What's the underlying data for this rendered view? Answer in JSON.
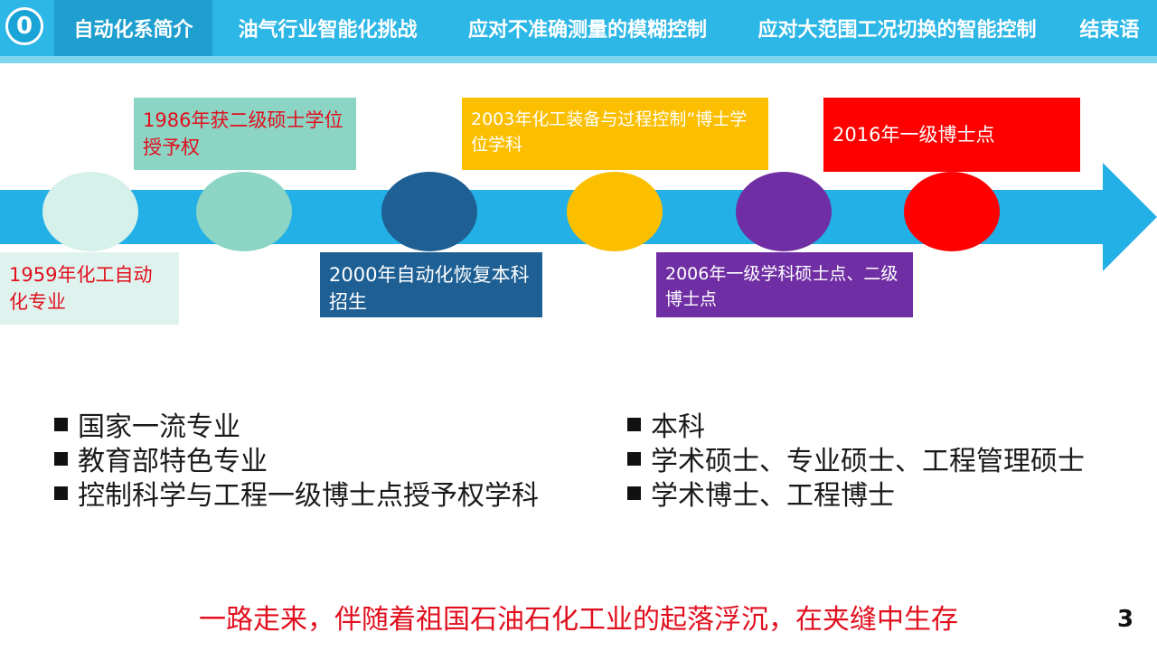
{
  "nav": {
    "badge": "0",
    "tabs": [
      {
        "label": "自动化系简介",
        "active": true
      },
      {
        "label": "油气行业智能化挑战",
        "active": false
      },
      {
        "label": "应对不准确测量的模糊控制",
        "active": false
      },
      {
        "label": "应对大范围工况切换的智能控制",
        "active": false
      },
      {
        "label": "结束语",
        "active": false
      }
    ],
    "colors": {
      "bar": "#2db7e6",
      "active": "#1e9fcf",
      "accent": "#7fd6ef"
    }
  },
  "timeline": {
    "arrow_color": "#22b0e6",
    "milestones": [
      {
        "text": "1959年化工自动化专业",
        "box_color": "#dff3ee",
        "text_color": "#e10f1e",
        "node_color": "#d6f0ea"
      },
      {
        "text": "1986年获二级硕士学位授予权",
        "box_color": "#8cd4c3",
        "text_color": "#e10f1e",
        "node_color": "#8cd4c3"
      },
      {
        "text": "2000年自动化恢复本科招生",
        "box_color": "#1e5f94",
        "text_color": "#ffffff",
        "node_color": "#1e5f94"
      },
      {
        "text": "2003年化工装备与过程控制”博士学位学科",
        "box_color": "#fbbf00",
        "text_color": "#ffffff",
        "node_color": "#fbbf00"
      },
      {
        "text": "2006年一级学科硕士点、二级博士点",
        "box_color": "#6f2ea3",
        "text_color": "#ffffff",
        "node_color": "#6f2ea3"
      },
      {
        "text": "2016年一级博士点",
        "box_color": "#fe0000",
        "text_color": "#ffffff",
        "node_color": "#fe0000"
      }
    ]
  },
  "bullets": {
    "left": [
      "国家一流专业",
      "教育部特色专业",
      "控制科学与工程一级博士点授予权学科"
    ],
    "right": [
      "本科",
      "学术硕士、专业硕士、工程管理硕士",
      "学术博士、工程博士"
    ]
  },
  "tagline": "一路走来，伴随着祖国石油石化工业的起落浮沉，在夹缝中生存",
  "page_number": "3"
}
